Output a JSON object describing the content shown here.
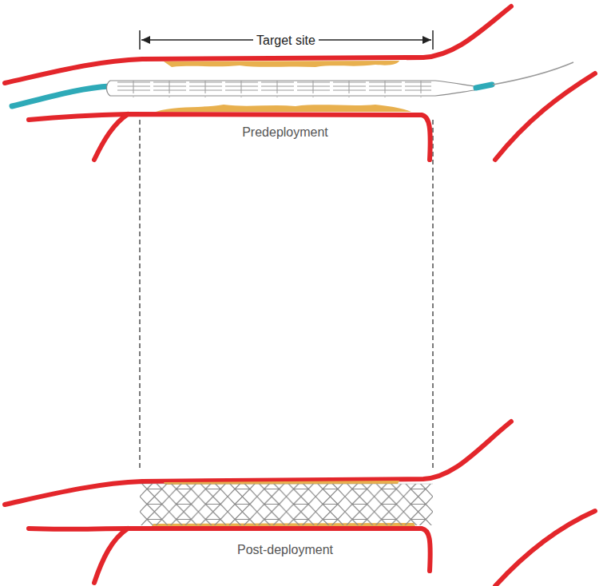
{
  "diagram": {
    "labels": [
      "Target site",
      "Predeployment",
      "Post-deployment"
    ]
  }
}
